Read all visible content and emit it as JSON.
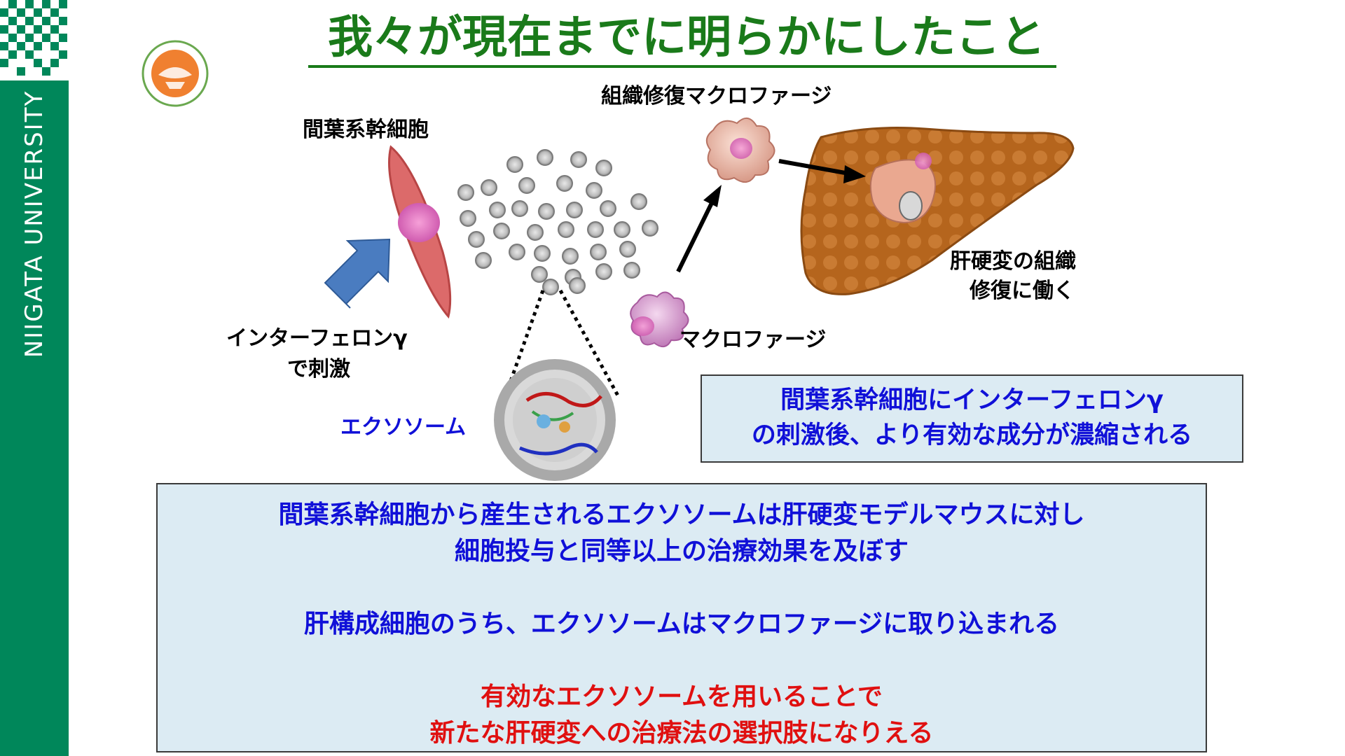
{
  "sidebar": {
    "university_name": "NIIGATA UNIVERSITY",
    "brand_color": "#00875a"
  },
  "title": "我々が現在までに明らかにしたこと",
  "diagram": {
    "msc_label": "間葉系幹細胞",
    "stim_label_line1": "インターフェロンγ",
    "stim_label_line2": "で刺激",
    "exosome_label": "エクソソーム",
    "macrophage_label": "マクロファージ",
    "repair_macrophage_label": "組織修復マクロファージ",
    "liver_label_line1": "肝硬変の組織",
    "liver_label_line2": "修復に働く"
  },
  "info_box": {
    "line1": "間葉系幹細胞にインターフェロンγ",
    "line2": "の刺激後、より有効な成分が濃縮される"
  },
  "summary": {
    "p1_line1": "間葉系幹細胞から産生されるエクソソームは肝硬変モデルマウスに対し",
    "p1_line2": "細胞投与と同等以上の治療効果を及ぼす",
    "p2_line1": "肝構成細胞のうち、エクソソームはマクロファージに取り込まれる",
    "p3_line1": "有効なエクソソームを用いることで",
    "p3_line2": "新たな肝硬変への治療法の選択肢になりえる"
  },
  "colors": {
    "title": "#1a7a1a",
    "blue_text": "#1010d8",
    "red_text": "#e01010",
    "box_fill": "#dcebf3"
  },
  "icons": [
    "dept-logo-icon",
    "stimulation-arrow-icon",
    "mesenchymal-stem-cell-icon",
    "exosome-icon",
    "macrophage-icon",
    "liver-icon"
  ]
}
